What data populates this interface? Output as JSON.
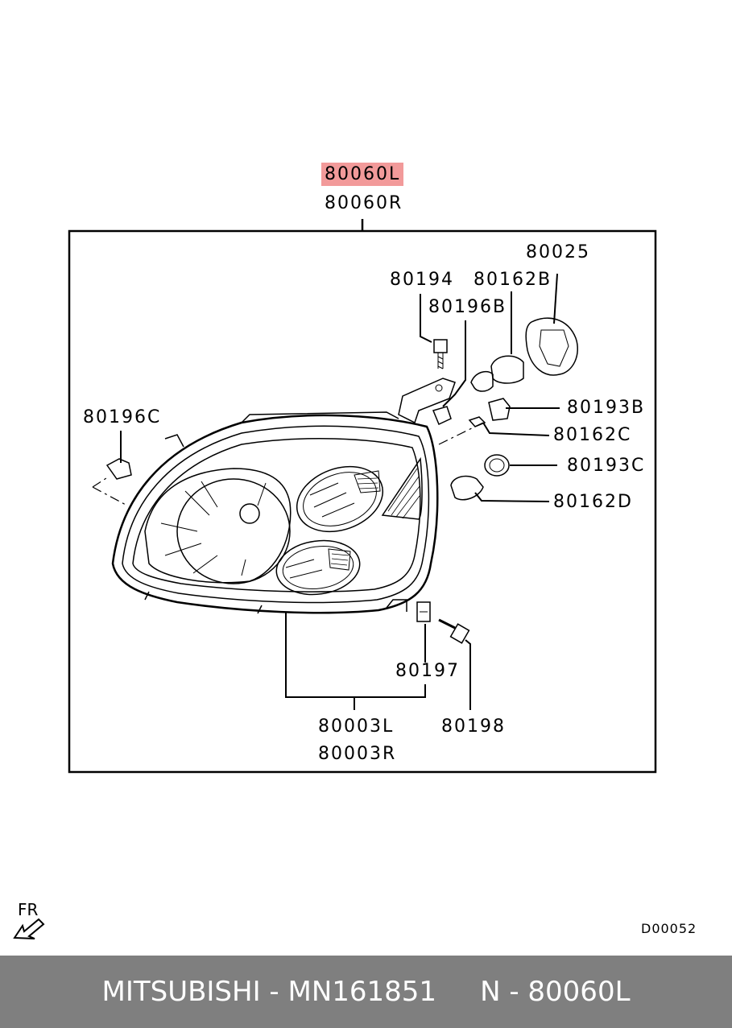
{
  "parts": {
    "assembly_left": "80060L",
    "assembly_right": "80060R",
    "socket_80025": "80025",
    "screw_80194": "80194",
    "bulb_80162b": "80162B",
    "socket_80196b": "80196B",
    "socket_80196c": "80196C",
    "socket_80193b": "80193B",
    "bulb_80162c": "80162C",
    "socket_80193c": "80193C",
    "bulb_80162d": "80162D",
    "clip_80197": "80197",
    "screw_80198": "80198",
    "lens_left": "80003L",
    "lens_right": "80003R"
  },
  "highlight_color": "#f29a9a",
  "diagram_code": "D00052",
  "direction_label": "FR",
  "footer": {
    "text": "MITSUBISHI - MN161851     N - 80060L",
    "background": "#7f7f7f"
  }
}
